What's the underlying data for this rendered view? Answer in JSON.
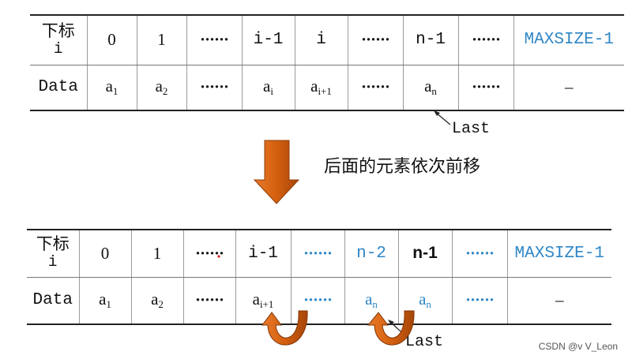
{
  "top_table": {
    "header": [
      "下标\ni",
      "0",
      "1",
      "······",
      "i-1",
      "i",
      "······",
      "n-1",
      "······",
      "MAXSIZE-1"
    ],
    "data_label": "Data",
    "cells": [
      {
        "base": "a",
        "sub": "1"
      },
      {
        "base": "a",
        "sub": "2"
      },
      {
        "base": "······",
        "sub": ""
      },
      {
        "base": "a",
        "sub": "i"
      },
      {
        "base": "a",
        "sub": "i+1"
      },
      {
        "base": "······",
        "sub": ""
      },
      {
        "base": "a",
        "sub": "n"
      },
      {
        "base": "······",
        "sub": ""
      },
      {
        "base": "–",
        "sub": ""
      }
    ],
    "last_label": "Last"
  },
  "caption": "后面的元素依次前移",
  "bottom_table": {
    "header": [
      "下标\ni",
      "0",
      "1",
      "······",
      "i-1",
      "······",
      "n-2",
      "n-1",
      "······",
      "MAXSIZE-1"
    ],
    "data_label": "Data",
    "cells": [
      {
        "base": "a",
        "sub": "1"
      },
      {
        "base": "a",
        "sub": "2"
      },
      {
        "base": "······",
        "sub": ""
      },
      {
        "base": "a",
        "sub": "i+1"
      },
      {
        "base": "······",
        "sub": ""
      },
      {
        "base": "a",
        "sub": "n"
      },
      {
        "base": "a",
        "sub": "n"
      },
      {
        "base": "······",
        "sub": ""
      },
      {
        "base": "–",
        "sub": ""
      }
    ],
    "last_label": "Last"
  },
  "watermark": "CSDN @v V_Leon",
  "colors": {
    "accent_blue": "#2f86c6",
    "arrow_orange": "#d4600f",
    "arrow_orange_dark": "#a6460a",
    "marker_red": "#e02020"
  },
  "icons": [
    "down-arrow-icon",
    "curved-shift-arrow-icon",
    "pointer-arrow-icon"
  ]
}
